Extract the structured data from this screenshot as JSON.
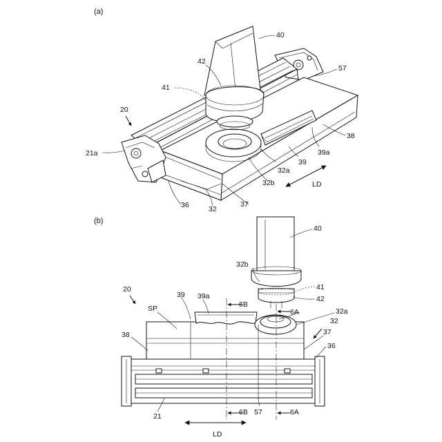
{
  "figure": {
    "panel_a": {
      "label": "(a)",
      "refs": {
        "r40": "40",
        "r42": "42",
        "r41": "41",
        "r57": "57",
        "r20": "20",
        "r21a": "21a",
        "r38": "38",
        "r39a": "39a",
        "r39": "39",
        "r32a": "32a",
        "r32b": "32b",
        "r36": "36",
        "r32": "32",
        "r37": "37",
        "ld": "LD"
      }
    },
    "panel_b": {
      "label": "(b)",
      "refs": {
        "r40": "40",
        "r32b": "32b",
        "r41": "41",
        "r20": "20",
        "r39": "39",
        "r39a": "39a",
        "r6b_top": "6B",
        "r42": "42",
        "r6a_top": "6A",
        "r32a": "32a",
        "r32": "32",
        "sp": "SP",
        "r37": "37",
        "r38": "38",
        "r36": "36",
        "r21": "21",
        "r6b_bot": "6B",
        "r57": "57",
        "r6a_bot": "6A",
        "ld": "LD"
      }
    }
  }
}
